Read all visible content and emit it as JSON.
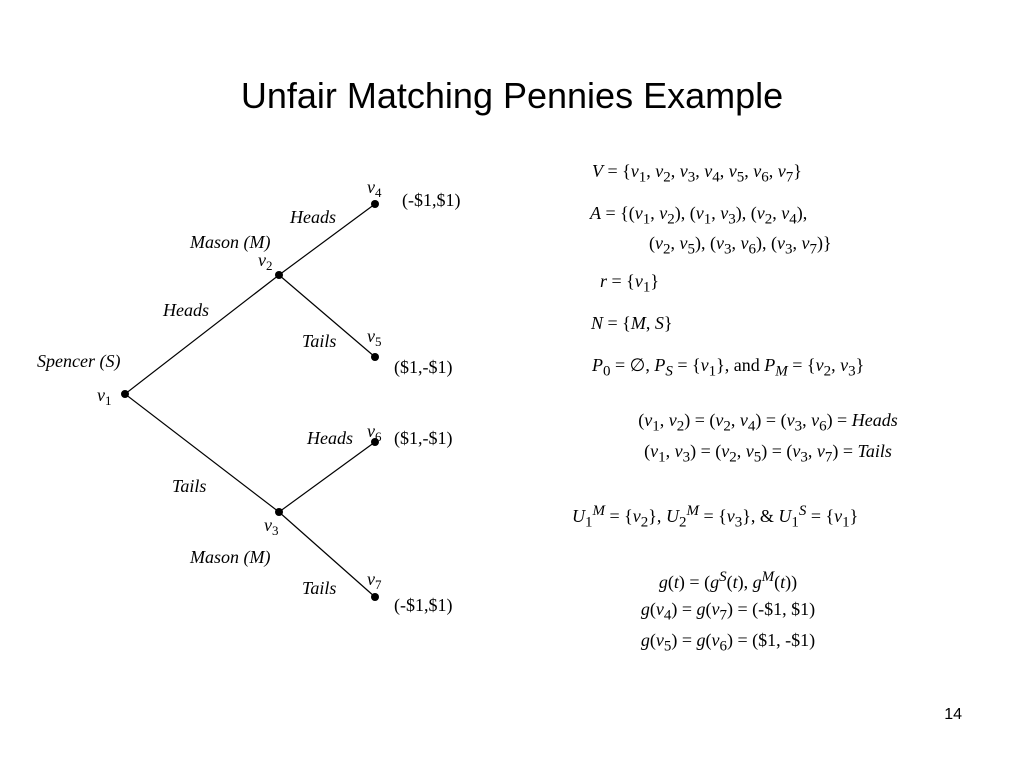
{
  "title": "Unfair Matching Pennies Example",
  "page_number": "14",
  "tree": {
    "nodes": {
      "v1": "v1",
      "v2": "v2",
      "v3": "v3",
      "v4": "v4",
      "v5": "v5",
      "v6": "v6",
      "v7": "v7"
    },
    "players": {
      "spencer": "Spencer (S)",
      "mason_top": "Mason (M)",
      "mason_bottom": "Mason (M)"
    },
    "edges": {
      "v1_v2": "Heads",
      "v1_v3": "Tails",
      "v2_v4": "Heads",
      "v2_v5": "Tails",
      "v3_v6": "Heads",
      "v3_v7": "Tails"
    },
    "payoffs": {
      "v4": "(-$1,$1)",
      "v5": "($1,-$1)",
      "v6": "($1,-$1)",
      "v7": "(-$1,$1)"
    }
  },
  "definitions": [
    "V = {v1, v2, v3, v4, v5, v6, v7}",
    "A = {(v1, v2), (v1, v3), (v2, v4),",
    "(v2, v5), (v3, v6), (v3, v7)}",
    "r = {v1}",
    "N = {M, S}",
    "P0 = ∅, PS = {v1}, and PM = {v2, v3}",
    "(v1, v2) = (v2, v4) = (v3, v6) = Heads",
    "(v1, v3) = (v2, v5) = (v3, v7) = Tails",
    "U1M = {v2}, U2M = {v3}, & U1S = {v1}",
    "g(t) = (gS(t), gM(t))",
    "g(v4) = g(v7) = (-$1, $1)",
    "g(v5) = g(v6) = ($1, -$1)"
  ]
}
